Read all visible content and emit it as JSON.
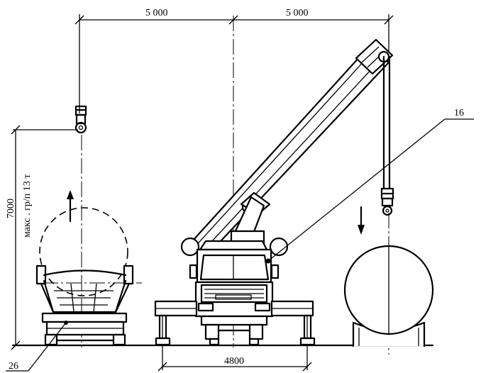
{
  "dimensions": {
    "left_reach": "5 000",
    "right_reach": "5 000",
    "outrigger_span": "4800",
    "lift_height": "7000",
    "capacity_note": "макс . гр/п 13 т"
  },
  "callouts": {
    "top_right": "16",
    "bottom_left": "26"
  }
}
